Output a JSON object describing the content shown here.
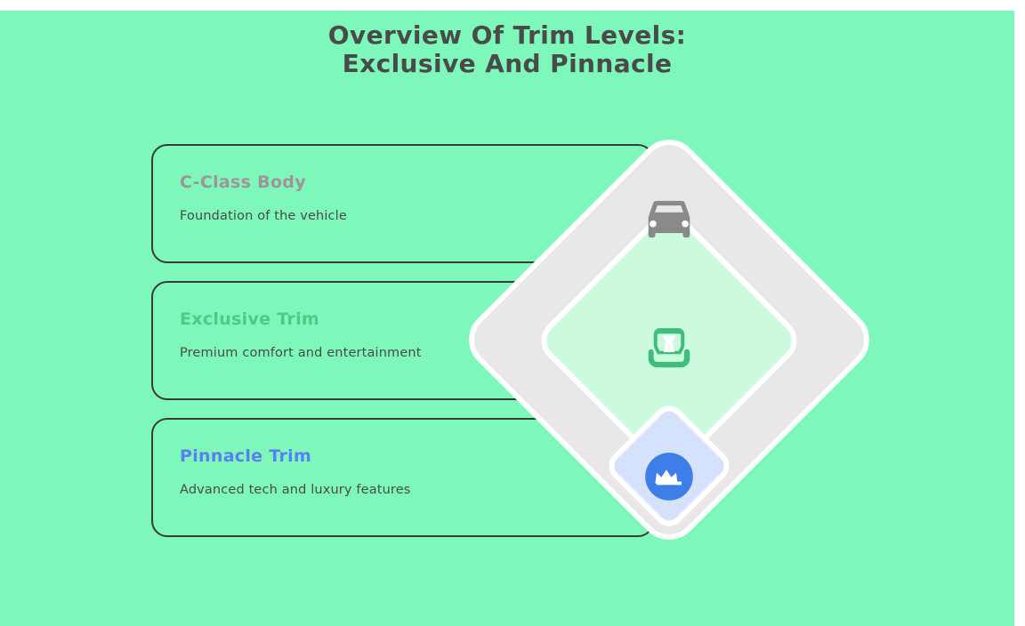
{
  "page": {
    "title": "Overview Of Trim Levels:\nExclusive And Pinnacle",
    "background_color": "#7ef7ba",
    "title_color": "#4a4a4a"
  },
  "cards": [
    {
      "title": "C-Class Body",
      "description": "Foundation of the vehicle",
      "title_color": "#9e949a",
      "border_color": "#3a3a3a"
    },
    {
      "title": "Exclusive Trim",
      "description": "Premium comfort and entertainment",
      "title_color": "#4ec98a",
      "border_color": "#3a3a3a"
    },
    {
      "title": "Pinnacle Trim",
      "description": "Advanced tech and luxury features",
      "title_color": "#5b7ff0",
      "border_color": "#3a3a3a"
    }
  ],
  "diamonds": [
    {
      "name": "outer",
      "icon": "car-icon",
      "fill_color": "#e8e8e8",
      "icon_color": "#8a8a8a",
      "border_color": "#ffffff"
    },
    {
      "name": "middle",
      "icon": "car-seat-icon",
      "fill_color": "#ccfadf",
      "icon_color": "#3fbd7d",
      "border_color": "#ffffff"
    },
    {
      "name": "inner",
      "icon": "crown-badge-icon",
      "fill_color": "#d6e2fc",
      "icon_color": "#ffffff",
      "badge_color": "#3d7ee8",
      "border_color": "#ffffff"
    }
  ]
}
